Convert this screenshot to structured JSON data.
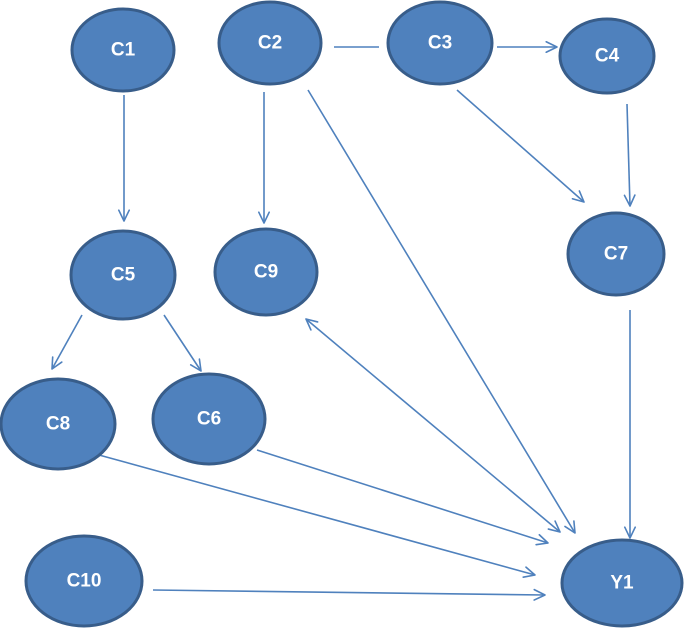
{
  "colors": {
    "node_fill": "#4f81bd",
    "node_stroke": "#385d8a",
    "edge": "#4f81bd",
    "label": "#ffffff",
    "background": "#ffffff"
  },
  "nodes": [
    {
      "id": "C1",
      "label": "C1"
    },
    {
      "id": "C2",
      "label": "C2"
    },
    {
      "id": "C3",
      "label": "C3"
    },
    {
      "id": "C4",
      "label": "C4"
    },
    {
      "id": "C5",
      "label": "C5"
    },
    {
      "id": "C9",
      "label": "C9"
    },
    {
      "id": "C7",
      "label": "C7"
    },
    {
      "id": "C8",
      "label": "C8"
    },
    {
      "id": "C6",
      "label": "C6"
    },
    {
      "id": "C10",
      "label": "C10"
    },
    {
      "id": "Y1",
      "label": "Y1"
    }
  ],
  "edges": [
    {
      "from": "C1",
      "to": "C5",
      "arrow": "end"
    },
    {
      "from": "C2",
      "to": "C9",
      "arrow": "end"
    },
    {
      "from": "C2",
      "to": "C3",
      "arrow": "none"
    },
    {
      "from": "C3",
      "to": "C4",
      "arrow": "end"
    },
    {
      "from": "C3",
      "to": "C7",
      "arrow": "end"
    },
    {
      "from": "C4",
      "to": "C7",
      "arrow": "end"
    },
    {
      "from": "C5",
      "to": "C8",
      "arrow": "end"
    },
    {
      "from": "C5",
      "to": "C6",
      "arrow": "end"
    },
    {
      "from": "C2",
      "to": "Y1",
      "arrow": "end"
    },
    {
      "from": "C7",
      "to": "Y1",
      "arrow": "end"
    },
    {
      "from": "C9",
      "to": "Y1",
      "arrow": "both"
    },
    {
      "from": "C6",
      "to": "Y1",
      "arrow": "end"
    },
    {
      "from": "C8",
      "to": "Y1",
      "arrow": "end"
    },
    {
      "from": "C10",
      "to": "Y1",
      "arrow": "end"
    }
  ]
}
